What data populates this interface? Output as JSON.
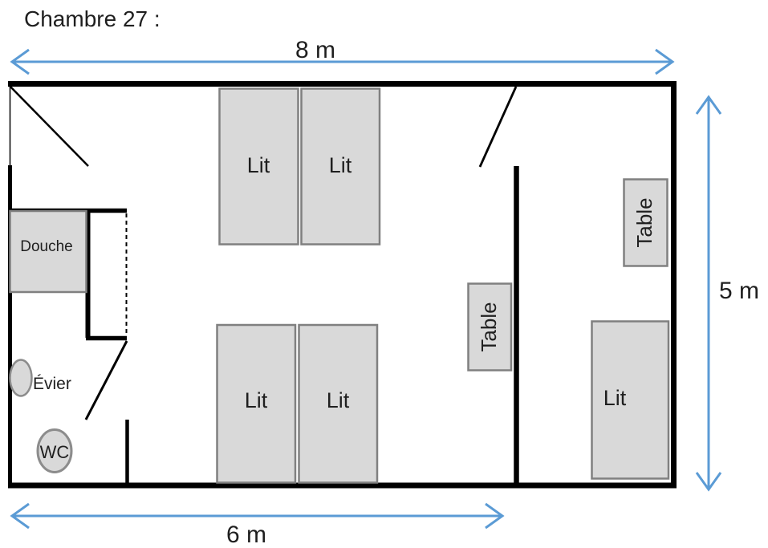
{
  "title": "Chambre 27 :",
  "dimension_labels": {
    "top": "8 m",
    "right": "5 m",
    "bottom": "6 m"
  },
  "furniture": {
    "beds": [
      "Lit",
      "Lit",
      "Lit",
      "Lit",
      "Lit"
    ],
    "tables": [
      "Table",
      "Table"
    ],
    "shower": "Douche",
    "sink": "Évier",
    "toilet": "WC"
  },
  "colors": {
    "wall": "#000000",
    "furniture_fill": "#d9d9d9",
    "furniture_border": "#808080",
    "dimension_arrow": "#5b9bd5",
    "text": "#1f1f1f"
  }
}
